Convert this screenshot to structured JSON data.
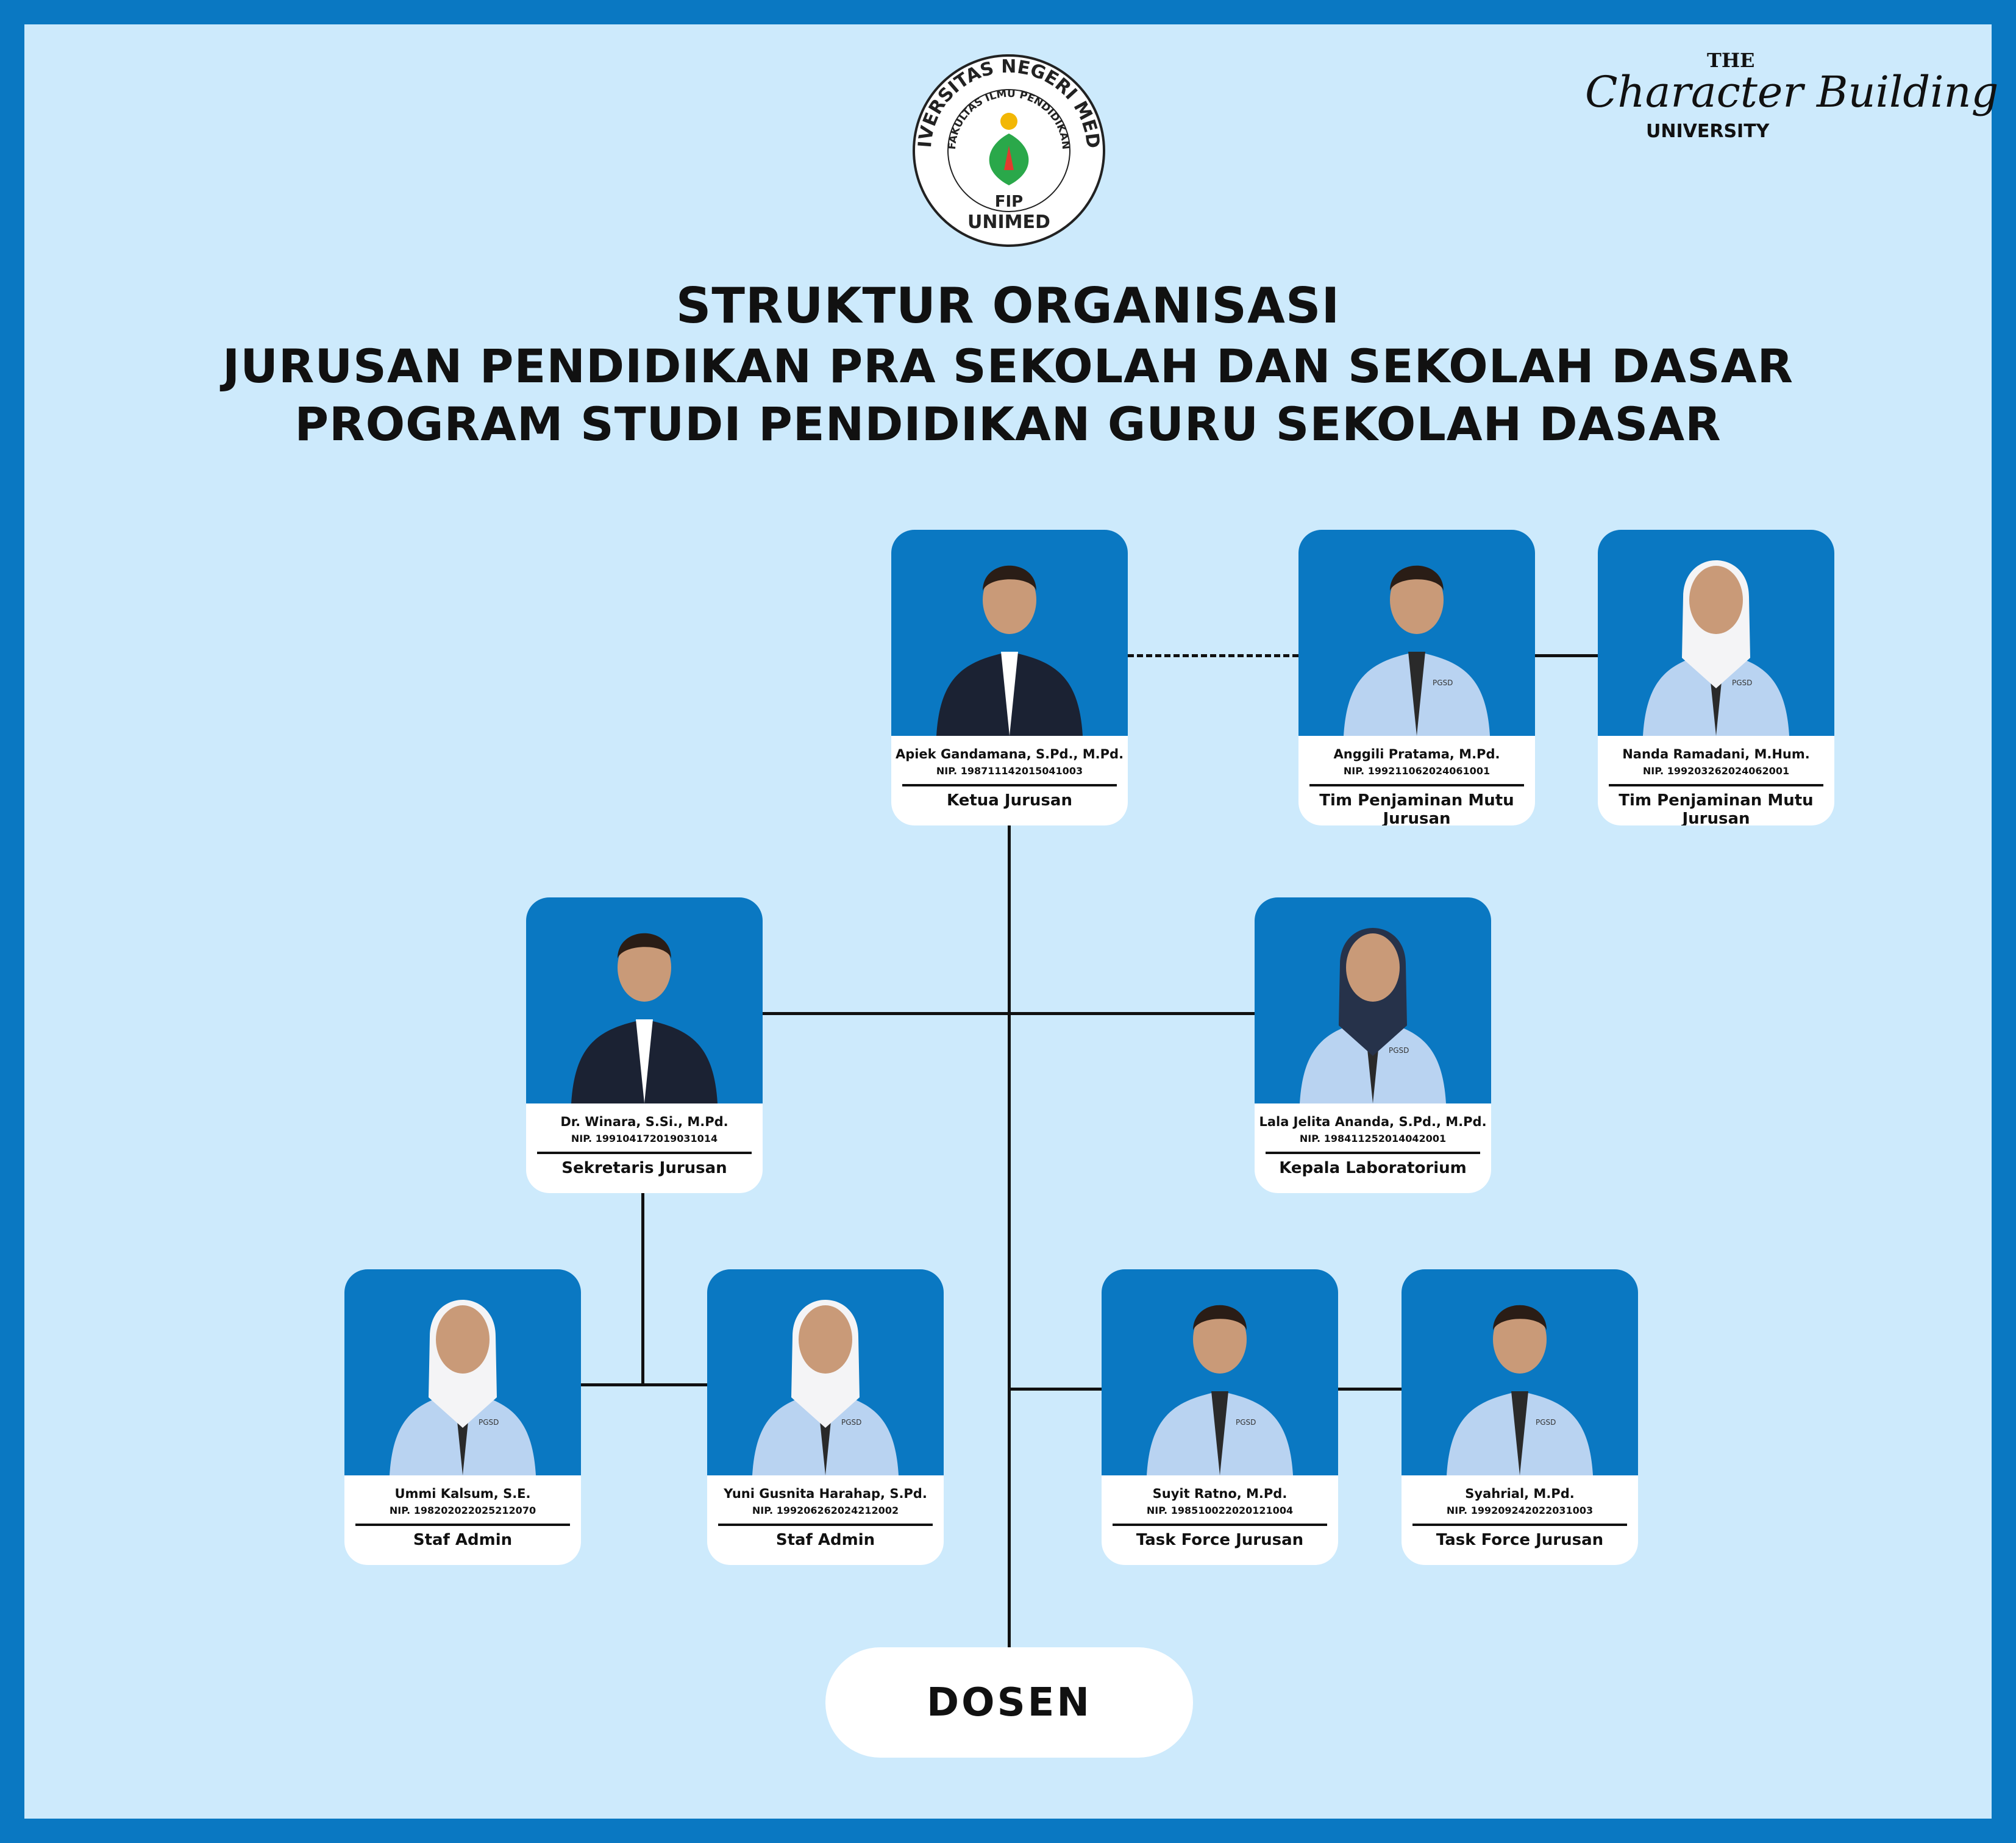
{
  "logo": {
    "ring_text": "UNIVERSITAS NEGERI MEDAN",
    "inner_text": "FAKULTAS ILMU PENDIDIKAN",
    "abbr": "FIP",
    "univ": "UNIMED"
  },
  "tagline": {
    "the": "THE",
    "main": "Character Building",
    "sub": "UNIVERSITY"
  },
  "titles": [
    "STRUKTUR ORGANISASI",
    "JURUSAN PENDIDIKAN PRA SEKOLAH DAN SEKOLAH DASAR",
    "PROGRAM STUDI PENDIDIKAN GURU SEKOLAH DASAR"
  ],
  "colors": {
    "brand": "#0a78c2",
    "background": "#cdeafc"
  },
  "people": [
    {
      "name": "Apiek Gandamana, S.Pd., M.Pd.",
      "nip": "NIP. 198711142015041003",
      "role": "Ketua Jurusan"
    },
    {
      "name": "Anggili Pratama, M.Pd.",
      "nip": "NIP. 199211062024061001",
      "role": "Tim Penjaminan Mutu Jurusan"
    },
    {
      "name": "Nanda Ramadani, M.Hum.",
      "nip": "NIP. 199203262024062001",
      "role": "Tim Penjaminan Mutu Jurusan"
    },
    {
      "name": "Dr. Winara, S.Si., M.Pd.",
      "nip": "NIP. 199104172019031014",
      "role": "Sekretaris Jurusan"
    },
    {
      "name": "Lala Jelita Ananda, S.Pd., M.Pd.",
      "nip": "NIP. 198411252014042001",
      "role": "Kepala Laboratorium"
    },
    {
      "name": "Ummi Kalsum, S.E.",
      "nip": "NIP. 198202022025212070",
      "role": "Staf Admin"
    },
    {
      "name": "Yuni Gusnita Harahap, S.Pd.",
      "nip": "NIP. 199206262024212002",
      "role": "Staf Admin"
    },
    {
      "name": "Suyit Ratno, M.Pd.",
      "nip": "NIP. 198510022020121004",
      "role": "Task Force Jurusan"
    },
    {
      "name": "Syahrial, M.Pd.",
      "nip": "NIP. 199209242022031003",
      "role": "Task Force Jurusan"
    }
  ],
  "badge": "PGSD",
  "dosen": "DOSEN"
}
